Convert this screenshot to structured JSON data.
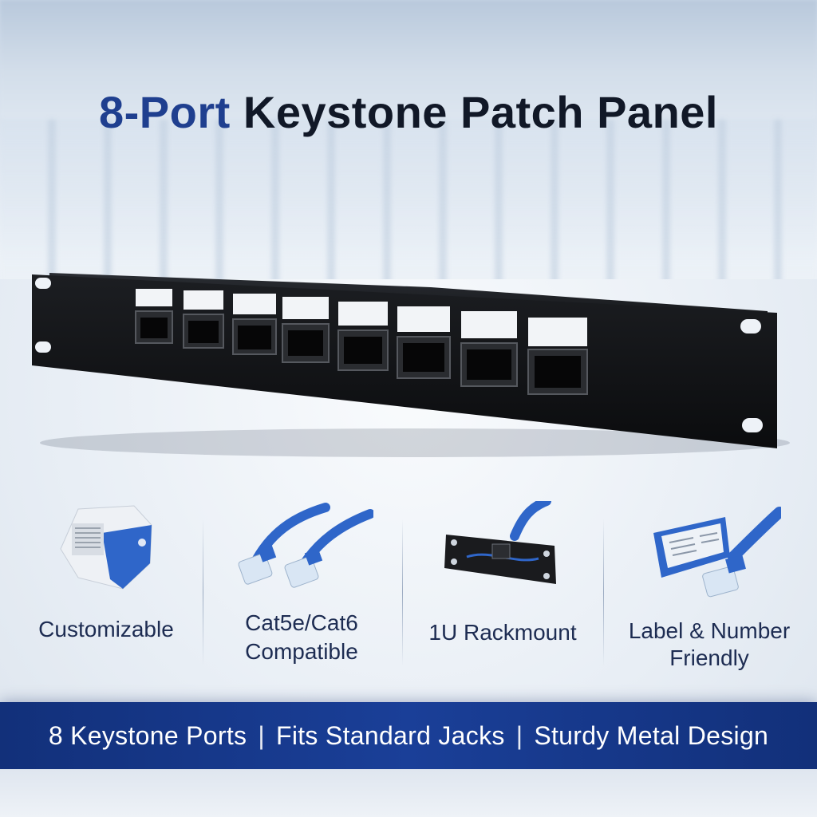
{
  "title": {
    "highlight": "8-Port",
    "rest": " Keystone Patch Panel"
  },
  "product": {
    "port_count": 8,
    "panel_color": "#111214",
    "port_color": "#0a0a0b"
  },
  "features": [
    {
      "label": "Customizable",
      "icon": "keystone-jack-icon"
    },
    {
      "label_line1": "Cat5e/Cat6",
      "label_line2": "Compatible",
      "icon": "ethernet-cable-icon"
    },
    {
      "label": "1U Rackmount",
      "icon": "rack-bracket-icon"
    },
    {
      "label_line1": "Label & Number",
      "label_line2": "Friendly",
      "icon": "label-tag-icon"
    }
  ],
  "banner": {
    "item1": "8 Keystone Ports",
    "item2": "Fits Standard Jacks",
    "item3": "Sturdy Metal Design",
    "separator": "|"
  },
  "colors": {
    "brand_blue": "#1f3f8f",
    "banner_blue": "#1a3f98",
    "cable_blue": "#2f66c9"
  }
}
